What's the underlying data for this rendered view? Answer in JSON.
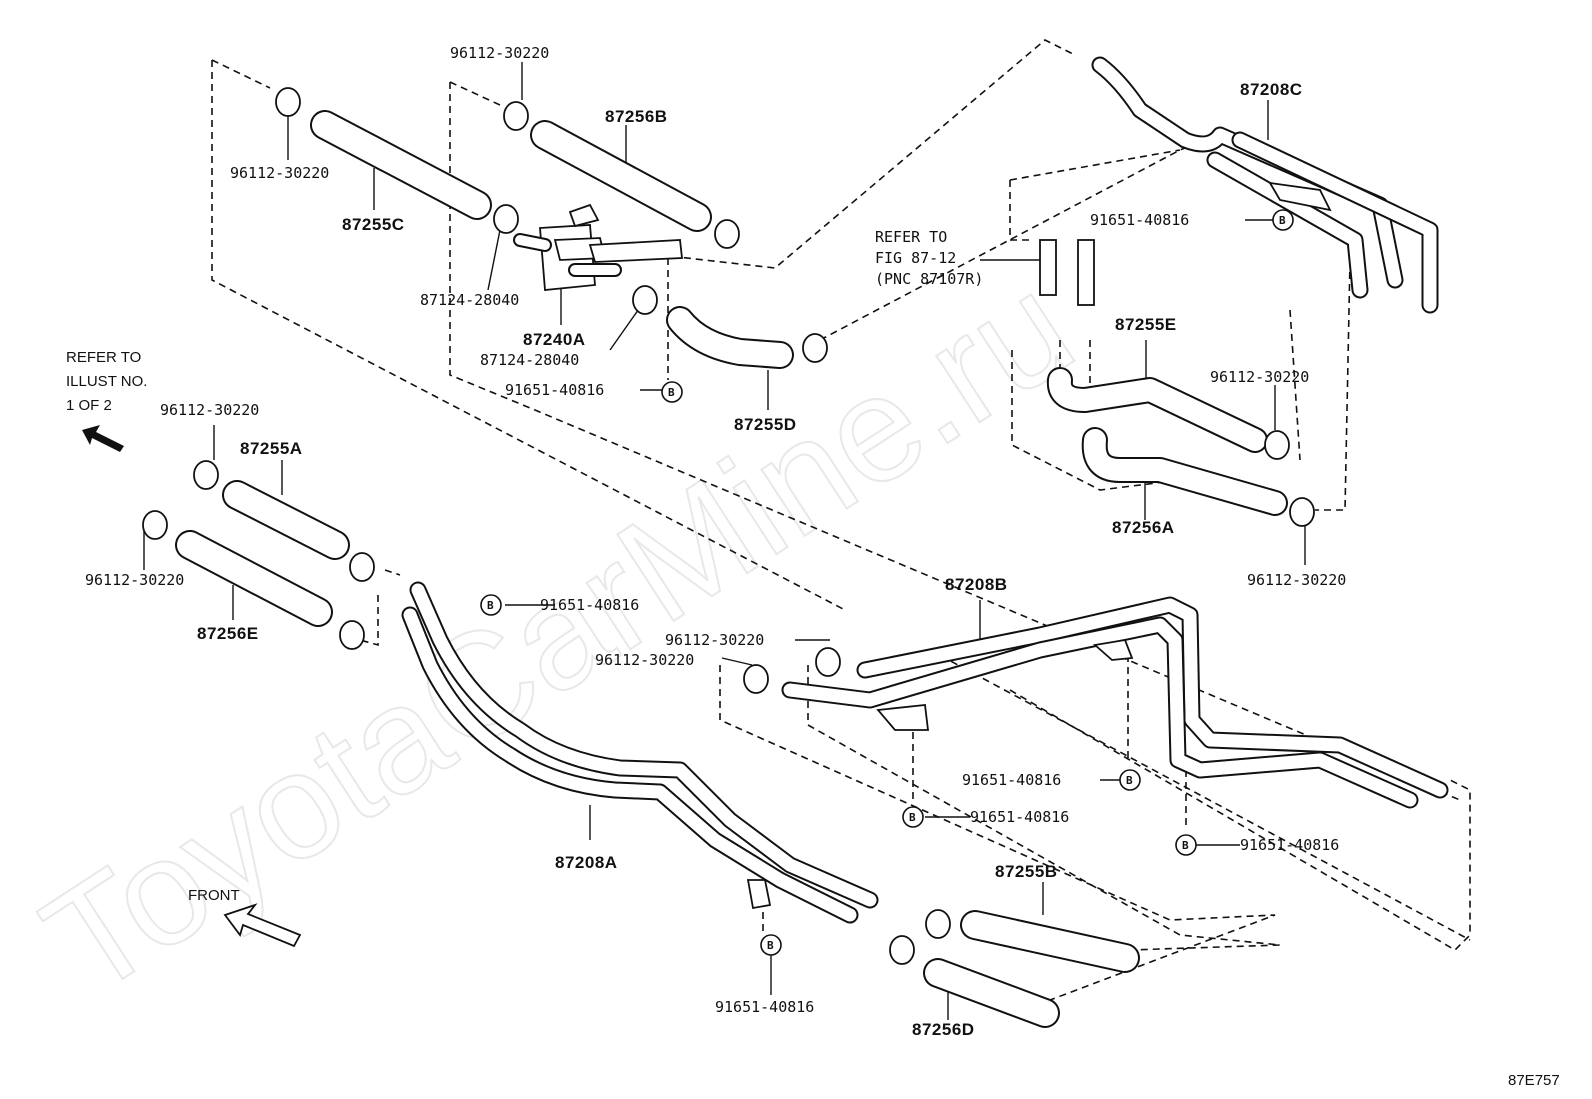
{
  "watermark": "ToyotaCarMine.ru",
  "refer_note": {
    "line1": "REFER TO",
    "line2": "ILLUST NO.",
    "line3": "1 OF 2"
  },
  "fig_note": {
    "line1": "REFER TO",
    "line2": "FIG 87-12",
    "line3": "(PNC 87107R)"
  },
  "front_label": "FRONT",
  "figure_id": "87E757",
  "labels": {
    "clamp": "96112-30220",
    "bolt": "91651-40816",
    "valve_clamp": "87124-28040",
    "p87256B": "87256B",
    "p87255C": "87255C",
    "p87240A": "87240A",
    "p87255D": "87255D",
    "p87208C": "87208C",
    "p87255E": "87255E",
    "p87256A": "87256A",
    "p87255A": "87255A",
    "p87256E": "87256E",
    "p87208A": "87208A",
    "p87208B": "87208B",
    "p87255B": "87255B",
    "p87256D": "87256D"
  },
  "bolt_symbol": "B"
}
